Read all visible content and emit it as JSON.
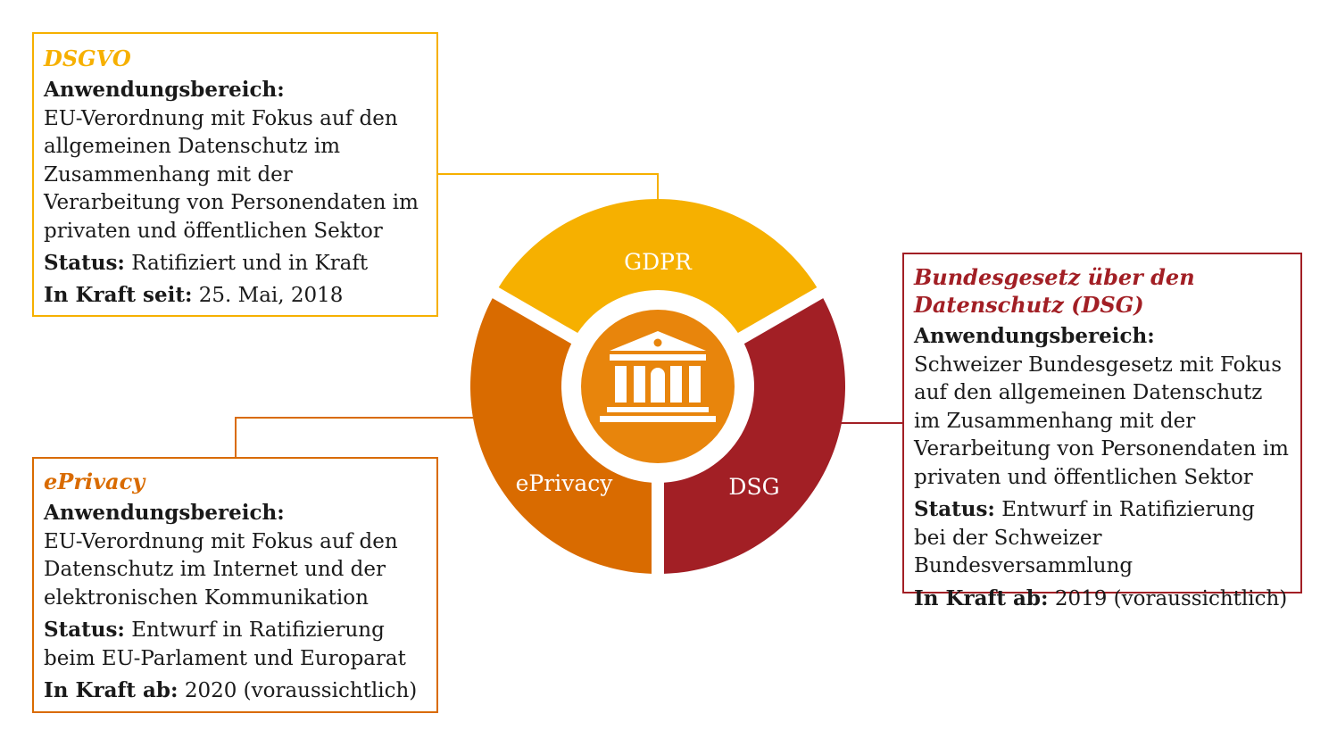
{
  "colors": {
    "gdpr": "#F6B000",
    "eprivacy": "#D96B00",
    "dsg": "#A21F25",
    "center": "#E8850C",
    "icon": "#ffffff"
  },
  "wheel": {
    "gdpr_label": "GDPR",
    "eprivacy_label": "ePrivacy",
    "dsg_label": "DSG",
    "center_icon": "bank-building-icon"
  },
  "dsgvo": {
    "title": "DSGVO",
    "scope_label": "Anwendungsbereich:",
    "scope_text": "EU-Verordnung mit Fokus auf den allgemeinen Datenschutz im Zusammenhang mit der Verarbeitung von Personendaten im privaten und öffentlichen Sektor",
    "status_label": "Status:",
    "status_text": "Ratifiziert und in Kraft",
    "date_label": "In Kraft seit:",
    "date_text": "25. Mai, 2018"
  },
  "eprivacy": {
    "title": "ePrivacy",
    "scope_label": "Anwendungsbereich:",
    "scope_text": "EU-Verordnung mit Fokus auf den Datenschutz im Internet und der elektronischen Kommunikation",
    "status_label": "Status:",
    "status_text": "Entwurf in Ratifizierung beim EU-Parlament und Europarat",
    "date_label": "In Kraft ab:",
    "date_text": "2020 (voraussichtlich)"
  },
  "dsg": {
    "title": "Bundesgesetz über den Datenschutz (DSG)",
    "scope_label": "Anwendungsbereich:",
    "scope_text": "Schweizer Bundesgesetz mit Fokus auf den allgemeinen Datenschutz im Zusammenhang mit der Verarbeitung von Personendaten im privaten und öffentlichen Sektor",
    "status_label": "Status:",
    "status_text": "Entwurf in Ratifizierung bei der Schweizer Bundesversammlung",
    "date_label": "In Kraft ab:",
    "date_text": "2019 (voraussichtlich)"
  }
}
